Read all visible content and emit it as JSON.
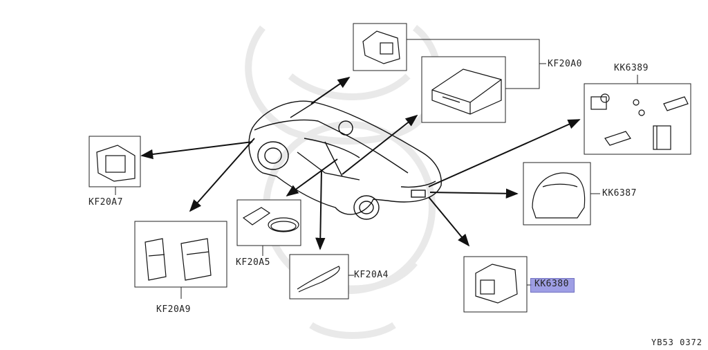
{
  "parts": [
    {
      "id": "kf20a0",
      "label": "KF20A0"
    },
    {
      "id": "kk6389",
      "label": "KK6389"
    },
    {
      "id": "kf20a7",
      "label": "KF20A7"
    },
    {
      "id": "kk6387",
      "label": "KK6387"
    },
    {
      "id": "kf20a5",
      "label": "KF20A5"
    },
    {
      "id": "kf20a4",
      "label": "KF20A4"
    },
    {
      "id": "kk6380",
      "label": "KK6380",
      "highlighted": true
    },
    {
      "id": "kf20a9",
      "label": "KF20A9"
    }
  ],
  "footer_code": "YB53 0372",
  "highlight_color": "#8e8ee0",
  "line_color": "#222222"
}
